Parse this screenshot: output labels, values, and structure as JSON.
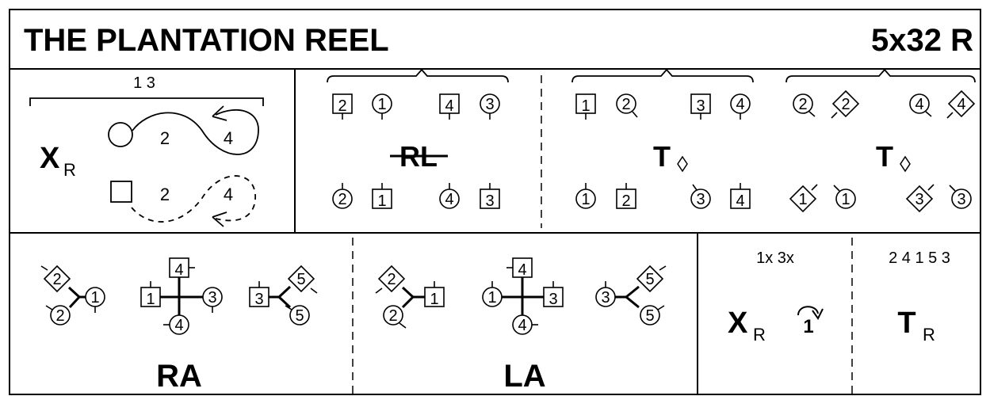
{
  "header": {
    "title": "THE PLANTATION REEL",
    "formation": "5x32 R"
  },
  "row1": {
    "cross": {
      "top_dancers": "1 3",
      "main": "X",
      "sub": "R",
      "path_top_a": "2",
      "path_top_b": "4",
      "path_bottom_a": "2",
      "path_bottom_b": "4"
    },
    "reels_left": {
      "label": "RL",
      "top": [
        "2",
        "1",
        "4",
        "3"
      ],
      "bottom": [
        "2",
        "1",
        "4",
        "3"
      ]
    },
    "turns": {
      "label_1": "T",
      "label_2": "T",
      "top_1": [
        "1",
        "2",
        "3",
        "4"
      ],
      "bottom_1": [
        "1",
        "2",
        "3",
        "4"
      ],
      "top_2": [
        "2",
        "2",
        "4",
        "4"
      ],
      "bottom_2": [
        "1",
        "1",
        "3",
        "3"
      ]
    }
  },
  "row2": {
    "right_hands": {
      "label": "RA",
      "group1": [
        "2",
        "1",
        "2"
      ],
      "group2": [
        "4",
        "1",
        "3",
        "4"
      ],
      "group3": [
        "5",
        "3",
        "5"
      ]
    },
    "left_hands": {
      "label": "LA",
      "group1": [
        "2",
        "1",
        "2"
      ],
      "group2": [
        "4",
        "1",
        "3",
        "4"
      ],
      "group3": [
        "5",
        "3",
        "5"
      ]
    },
    "cast": {
      "top": "1x 3x",
      "main": "X",
      "sub": "R",
      "turn_num": "1"
    },
    "turn_final": {
      "order": "2 4 1 5 3",
      "main": "T",
      "sub": "R"
    }
  }
}
